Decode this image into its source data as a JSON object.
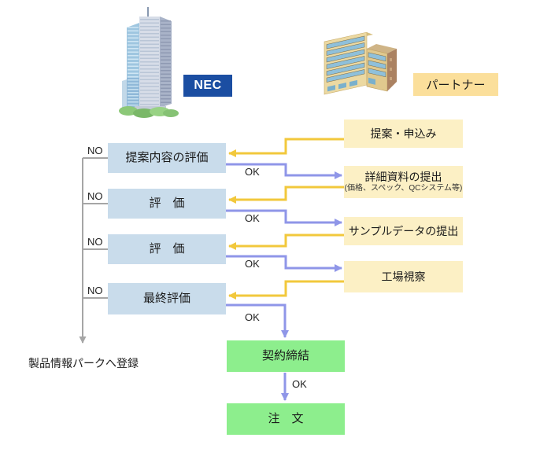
{
  "entities": {
    "nec": {
      "label": "NEC"
    },
    "partner": {
      "label": "パートナー"
    }
  },
  "labels": {
    "no": "NO",
    "ok": "OK"
  },
  "nec_flow": [
    {
      "label": "提案内容の評価"
    },
    {
      "label": "評　価"
    },
    {
      "label": "評　価"
    },
    {
      "label": "最終評価"
    }
  ],
  "partner_flow": [
    {
      "label": "提案・申込み"
    },
    {
      "label": "詳細資料の提出",
      "sub": "(価格、スペック、QCシステム等)"
    },
    {
      "label": "サンプルデータの提出"
    },
    {
      "label": "工場視察"
    }
  ],
  "final_flow": [
    {
      "label": "契約締結"
    },
    {
      "label": "注　文"
    }
  ],
  "register_note": "製品情報パークへ登録",
  "colors": {
    "nec_step_bg": "#C9DCEB",
    "partner_step_bg": "#FCF0C5",
    "final_step_bg": "#8DEE8D",
    "arrow_yellow": "#F2C83C",
    "arrow_blue": "#8F96E8",
    "line_gray": "#A6A6A6",
    "nec_tag_bg": "#1B4EA2",
    "partner_tag_bg": "#FBDF9B"
  }
}
